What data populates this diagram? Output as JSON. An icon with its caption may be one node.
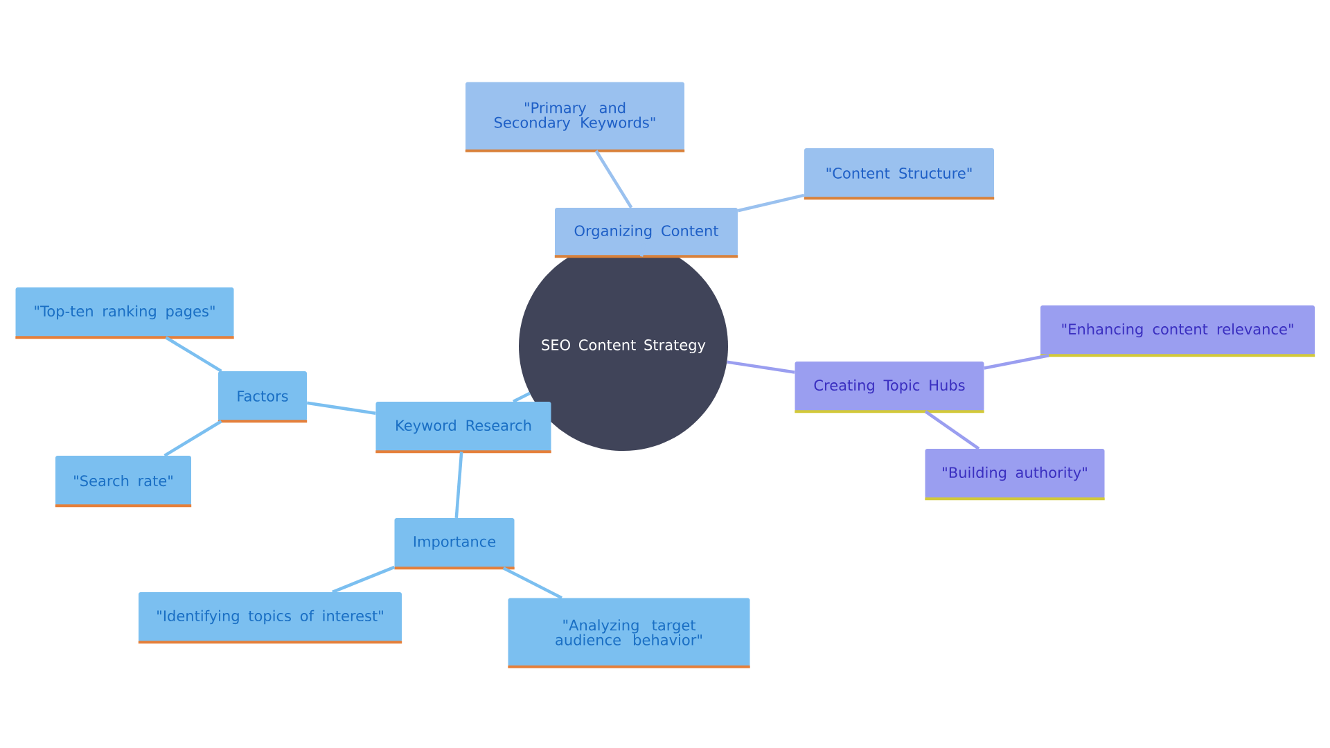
{
  "diagram": {
    "nodes": [
      {
        "text": [
          "SEO Content Strategy"
        ]
      },
      {
        "text": [
          "Organizing Content"
        ]
      },
      {
        "text": [
          "\"Primary and Secondary Keywords\""
        ]
      },
      {
        "text": [
          "\"Content Structure\""
        ]
      },
      {
        "text": [
          "Keyword Research"
        ]
      },
      {
        "text": [
          "Factors"
        ]
      },
      {
        "text": [
          "\"Top-ten ranking pages\""
        ]
      },
      {
        "text": [
          "\"Search rate\""
        ]
      },
      {
        "text": [
          "Importance"
        ]
      },
      {
        "text": [
          "\"Identifying topics of interest\""
        ]
      },
      {
        "text": [
          "\"Analyzing target audience behavior\""
        ]
      },
      {
        "text": [
          "Creating Topic Hubs"
        ]
      },
      {
        "text": [
          "\"Enhancing content relevance\""
        ]
      },
      {
        "text": [
          "\"Building authority\""
        ]
      }
    ],
    "edges": [
      {
        "from": 0,
        "to": 1,
        "arrow": "none",
        "color": "#9ac1ef"
      },
      {
        "from": 1,
        "to": 2,
        "arrow": "none",
        "color": "#9ac1ef"
      },
      {
        "from": 1,
        "to": 3,
        "arrow": "none",
        "color": "#9ac1ef"
      },
      {
        "from": 0,
        "to": 4,
        "arrow": "none"
      },
      {
        "from": 4,
        "to": 5,
        "arrow": "none"
      },
      {
        "from": 5,
        "to": 6,
        "arrow": "none"
      },
      {
        "from": 5,
        "to": 7,
        "arrow": "none"
      },
      {
        "from": 4,
        "to": 8,
        "arrow": "none"
      },
      {
        "from": 8,
        "to": 9,
        "arrow": "none"
      },
      {
        "from": 8,
        "to": 10,
        "arrow": "none"
      },
      {
        "from": 0,
        "to": 11,
        "arrow": "none",
        "color": "#9a9ef0"
      },
      {
        "from": 11,
        "to": 12,
        "arrow": "none",
        "color": "#9a9ef0"
      },
      {
        "from": 11,
        "to": 13,
        "arrow": "none",
        "color": "#9a9ef0"
      }
    ]
  }
}
